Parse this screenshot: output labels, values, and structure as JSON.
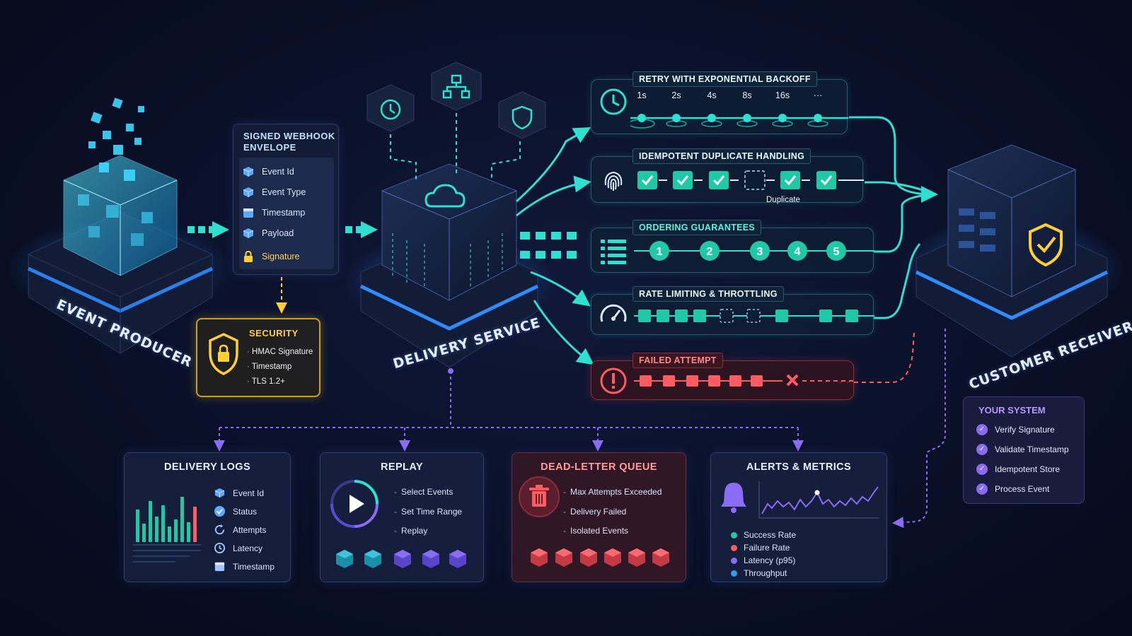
{
  "nodes": {
    "producer": "EVENT PRODUCER",
    "delivery": "DELIVERY SERVICE",
    "receiver": "CUSTOMER RECEIVER"
  },
  "envelope": {
    "title_line1": "SIGNED WEBHOOK",
    "title_line2": "ENVELOPE",
    "fields": [
      "Event Id",
      "Event Type",
      "Timestamp",
      "Payload",
      "Signature"
    ]
  },
  "security": {
    "title": "SECURITY",
    "items": [
      "HMAC Signature",
      "Timestamp",
      "TLS 1.2+"
    ]
  },
  "strategies": {
    "retry": {
      "title": "RETRY WITH EXPONENTIAL BACKOFF",
      "delays": [
        "1s",
        "2s",
        "4s",
        "8s",
        "16s",
        "···"
      ]
    },
    "idempotent": {
      "title": "IDEMPOTENT DUPLICATE HANDLING",
      "duplicate_label": "Duplicate"
    },
    "ordering": {
      "title": "ORDERING GUARANTEES",
      "steps": [
        "1",
        "2",
        "3",
        "4",
        "5"
      ]
    },
    "rate": {
      "title": "RATE LIMITING & THROTTLING"
    },
    "failed": {
      "title": "FAILED ATTEMPT"
    }
  },
  "bottom": {
    "logs": {
      "title": "DELIVERY LOGS",
      "items": [
        "Event Id",
        "Status",
        "Attempts",
        "Latency",
        "Timestamp"
      ]
    },
    "replay": {
      "title": "REPLAY",
      "items": [
        "Select Events",
        "Set Time Range",
        "Replay"
      ]
    },
    "dlq": {
      "title": "DEAD-LETTER QUEUE",
      "items": [
        "Max Attempts Exceeded",
        "Delivery Failed",
        "Isolated Events"
      ]
    },
    "alerts": {
      "title": "ALERTS & METRICS",
      "legend": [
        "Success Rate",
        "Failure Rate",
        "Latency (p95)",
        "Throughput"
      ]
    }
  },
  "your_system": {
    "title": "YOUR SYSTEM",
    "items": [
      "Verify Signature",
      "Validate Timestamp",
      "Idempotent Store",
      "Process Event"
    ]
  },
  "colors": {
    "cyan": "#2fe0d0",
    "teal": "#1fc9a8",
    "red": "#ff5c62",
    "gold": "#ffcf33",
    "purple": "#8b6cf5",
    "blue": "#2e8cff"
  }
}
